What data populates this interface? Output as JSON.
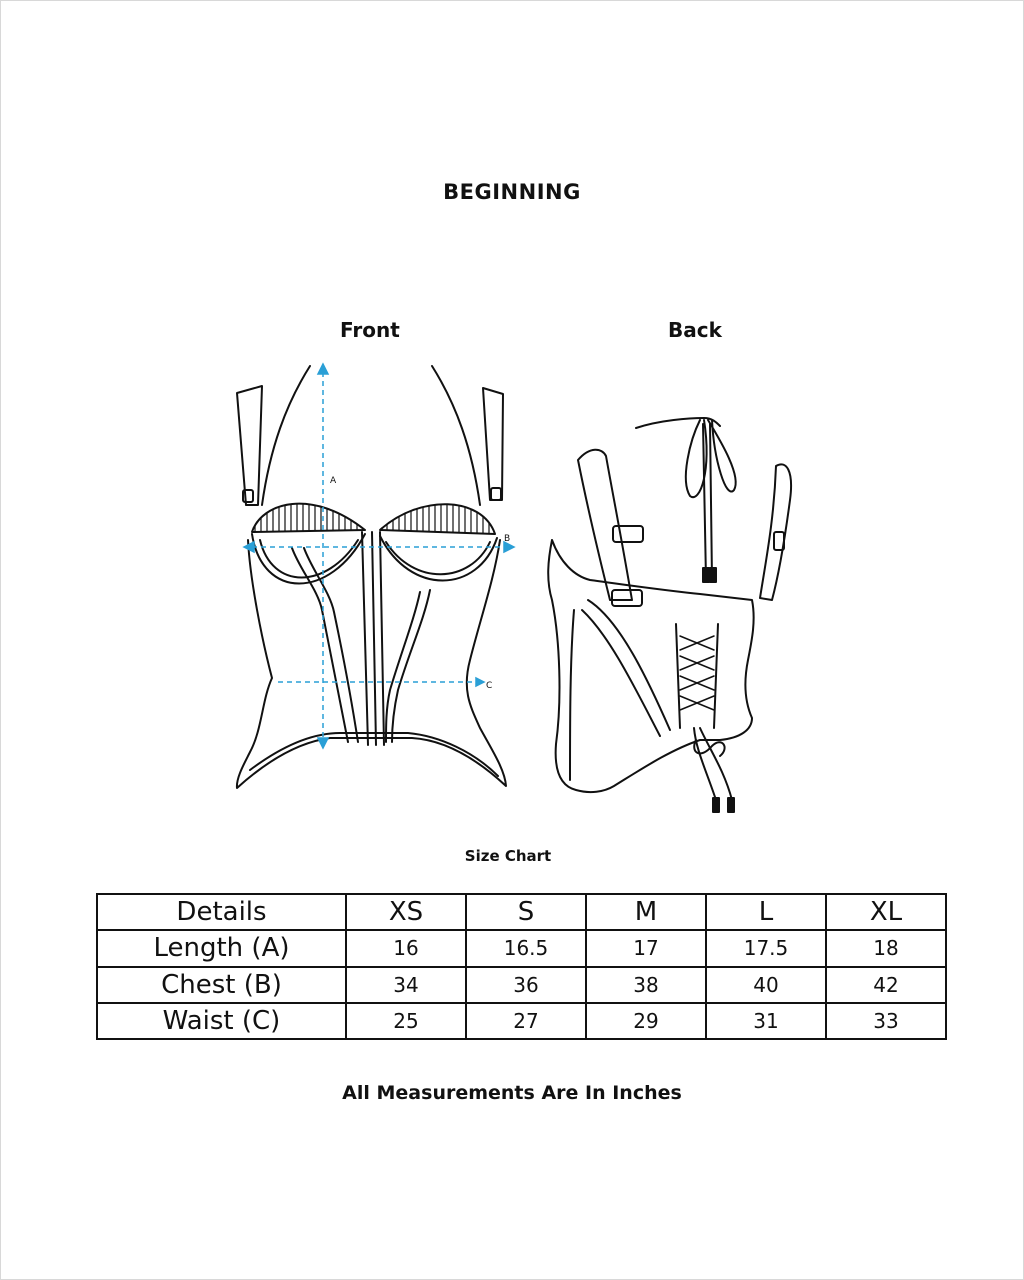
{
  "page": {
    "title": "BEGINNING",
    "front_label": "Front",
    "back_label": "Back",
    "markers": {
      "a": "A",
      "b": "B",
      "c": "C"
    },
    "chart_caption": "Size Chart",
    "footnote": "All Measurements Are In Inches",
    "accent_color": "#2a9fd6"
  },
  "size_table": {
    "header": [
      "Details",
      "XS",
      "S",
      "M",
      "L",
      "XL"
    ],
    "rows": [
      {
        "label": "Length (A)",
        "values": [
          "16",
          "16.5",
          "17",
          "17.5",
          "18"
        ]
      },
      {
        "label": "Chest (B)",
        "values": [
          "34",
          "36",
          "38",
          "40",
          "42"
        ]
      },
      {
        "label": "Waist (C)",
        "values": [
          "25",
          "27",
          "29",
          "31",
          "33"
        ]
      }
    ]
  }
}
